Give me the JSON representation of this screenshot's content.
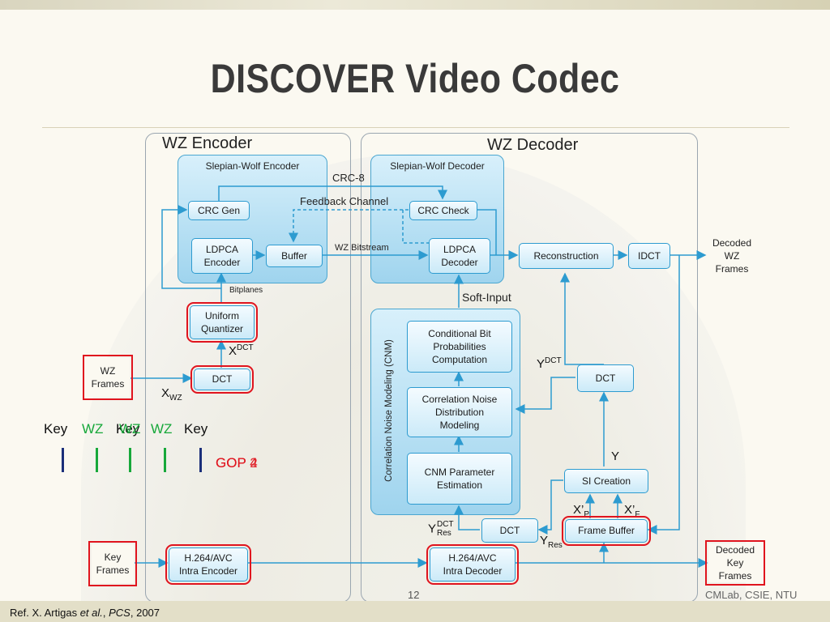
{
  "slide": {
    "title": "DISCOVER Video Codec",
    "page_number": "12",
    "lab": "CMLab, CSIE, NTU",
    "reference": {
      "prefix": "Ref. X. Artigas ",
      "etal": "et al.",
      "sep": ", ",
      "venue": "PCS",
      "year": ", 2007"
    }
  },
  "encoder": {
    "title": "WZ Encoder",
    "sw_group": "Slepian-Wolf Encoder",
    "crc_gen": "CRC Gen",
    "ldpca_line1": "LDPCA",
    "ldpca_line2": "Encoder",
    "buffer": "Buffer",
    "bitplanes": "Bitplanes",
    "quant_line1": "Uniform",
    "quant_line2": "Quantizer",
    "x_dct": {
      "base": "X",
      "sup": "DCT"
    },
    "dct": "DCT",
    "wz_frames_line1": "WZ",
    "wz_frames_line2": "Frames",
    "x_wz": {
      "base": "X",
      "sub": "WZ"
    },
    "key_frames_line1": "Key",
    "key_frames_line2": "Frames",
    "h264_line1": "H.264/AVC",
    "h264_line2": "Intra Encoder"
  },
  "decoder": {
    "title": "WZ Decoder",
    "sw_group": "Slepian-Wolf Decoder",
    "crc_check": "CRC Check",
    "ldpca_line1": "LDPCA",
    "ldpca_line2": "Decoder",
    "reconstruction": "Reconstruction",
    "idct": "IDCT",
    "decoded_wz_line1": "Decoded",
    "decoded_wz_line2": "WZ",
    "decoded_wz_line3": "Frames",
    "soft_input": "Soft-Input",
    "cnm_group": "Correlation Noise Modeling (CNM)",
    "cbp_line1": "Conditional Bit",
    "cbp_line2": "Probabilities",
    "cbp_line3": "Computation",
    "cnd_line1": "Correlation Noise",
    "cnd_line2": "Distribution",
    "cnd_line3": "Modeling",
    "cpe_line1": "CNM Parameter",
    "cpe_line2": "Estimation",
    "y_dct": {
      "base": "Y",
      "sup": "DCT"
    },
    "dct_upper": "DCT",
    "y": "Y",
    "si_creation": "SI Creation",
    "xp": {
      "base": "X’",
      "sub": "P"
    },
    "xf": {
      "base": "X’",
      "sub": "F"
    },
    "y_dct_res": {
      "base": "Y",
      "sup": "DCT",
      "sub": "Res"
    },
    "dct_lower": "DCT",
    "y_res": {
      "base": "Y",
      "sub": "Res"
    },
    "frame_buffer": "Frame Buffer",
    "h264_line1": "H.264/AVC",
    "h264_line2": "Intra Decoder",
    "decoded_key_line1": "Decoded",
    "decoded_key_line2": "Key",
    "decoded_key_line3": "Frames"
  },
  "links": {
    "crc8": "CRC-8",
    "feedback": "Feedback Channel",
    "wz_bitstream": "WZ Bitstream"
  },
  "gop": {
    "labels": [
      "Key",
      "WZ",
      "Key",
      "WZ",
      "WZ",
      "Key"
    ],
    "label_colors": [
      "#111111",
      "#17a83a",
      "#111111",
      "#17a83a",
      "#17a83a",
      "#111111"
    ],
    "gop_text_1": "GOP 4",
    "gop_text_2": "GOP 2",
    "gop_color": "#e0141e",
    "key_color": "#1b2f7a",
    "wz_color": "#17a83a"
  }
}
